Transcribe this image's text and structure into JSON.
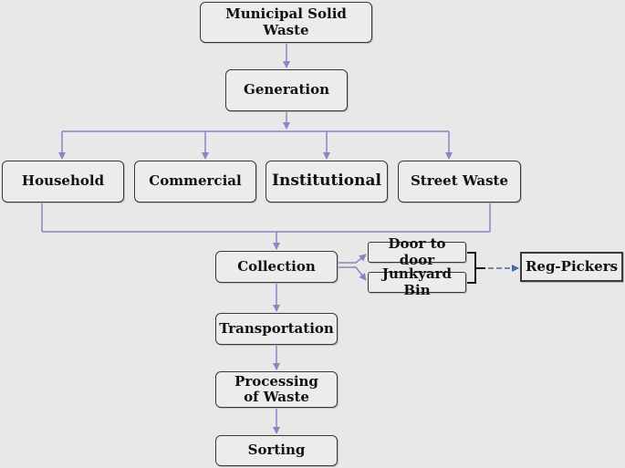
{
  "diagram": {
    "nodes": {
      "msw": "Municipal Solid Waste",
      "generation": "Generation",
      "household": "Household",
      "commercial": "Commercial",
      "institutional": "Institutional",
      "street": "Street Waste",
      "collection": "Collection",
      "door": "Door to door",
      "junkyard": "Junkyard Bin",
      "pickers": "Reg-Pickers",
      "transportation": "Transportation",
      "processing": "Processing of Waste",
      "sorting": "Sorting"
    },
    "colors": {
      "arrow": "#8a84c4",
      "border": "#3a3a3a",
      "background": "#e8e8e8"
    }
  }
}
